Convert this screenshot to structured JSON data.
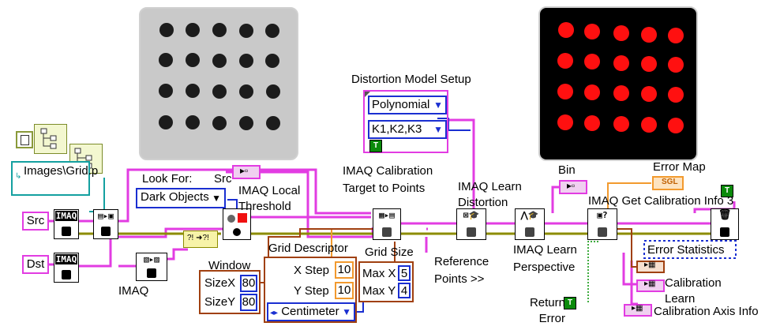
{
  "labels": {
    "distortion_model_setup": "Distortion Model Setup",
    "look_for": "Look For:",
    "src_short": "Src",
    "imaq_local_threshold": "IMAQ Local Threshold",
    "imaq_calibration_target": "IMAQ Calibration Target to Points",
    "imaq_learn_distortion": "IMAQ Learn Distortion",
    "bin": "Bin",
    "error_map": "Error Map",
    "imaq_get_calibration_info": "IMAQ Get Calibration Info 3",
    "window": "Window",
    "grid_descriptor": "Grid Descriptor",
    "grid_size": "Grid Size",
    "reference_points": "Reference Points >>",
    "imaq_learn_perspective": "IMAQ Learn Perspective",
    "imaq": "IMAQ",
    "return_error": "Return Error",
    "error_statistics": "Error Statistics",
    "calibration_learn": "Calibration Learn",
    "calibration_axis_info": "Calibration Axis Info"
  },
  "controls": {
    "images_path": "Images\\Grid.p",
    "src": "Src",
    "dst": "Dst",
    "polynomial": "Polynomial",
    "k_coeffs": "K1,K2,K3",
    "dark_objects": "Dark Objects",
    "size_x_label": "SizeX",
    "size_x_value": "80",
    "size_y_label": "SizeY",
    "size_y_value": "80",
    "x_step_label": "X Step",
    "x_step_value": "10",
    "y_step_label": "Y Step",
    "y_step_value": "10",
    "unit": "Centimeter",
    "max_x_label": "Max X",
    "max_x_value": "5",
    "max_y_label": "Max Y",
    "max_y_value": "4",
    "bool_true": "T",
    "sgl": "SGL",
    "imaq_text": "IMAQ"
  },
  "colors": {
    "pink_wire": "#e23ce2",
    "blue_wire": "#1a2fd1",
    "orange_wire": "#f29a2e",
    "brown_wire": "#a04010",
    "green_wire": "#009000",
    "path_wire": "#14a0a0",
    "red_dot": "#ff1010"
  }
}
